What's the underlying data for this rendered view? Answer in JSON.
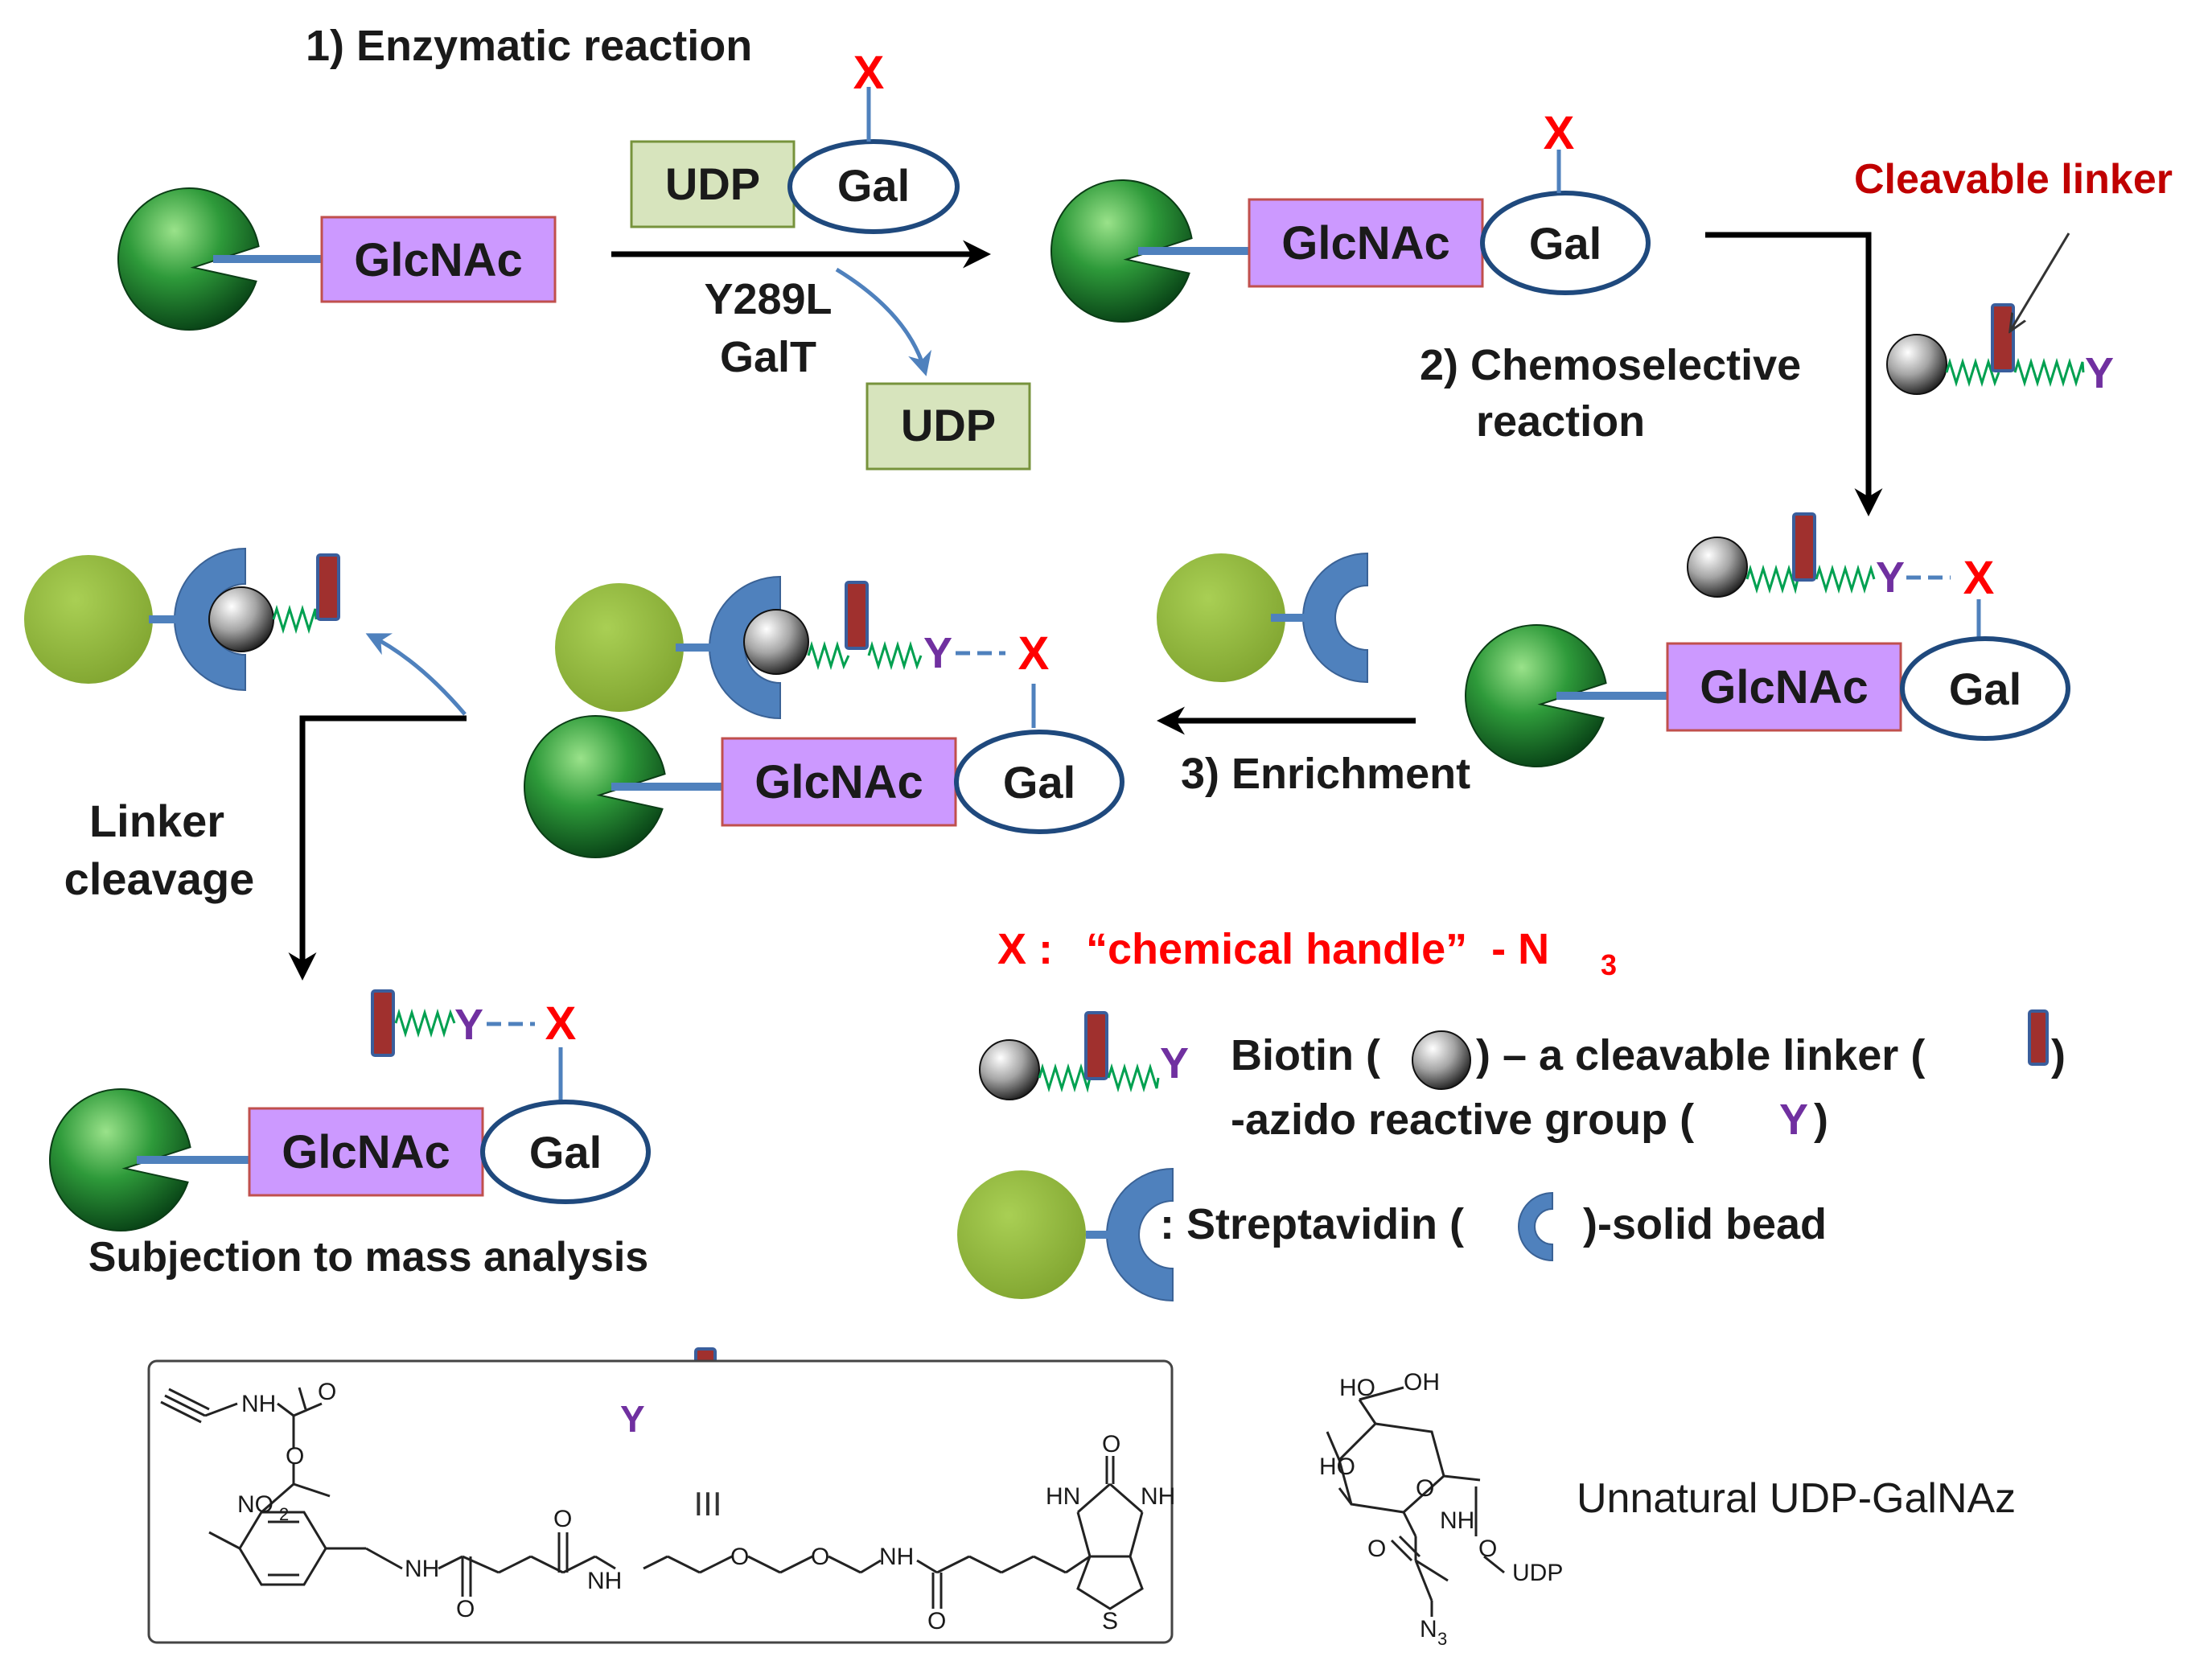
{
  "steps": {
    "step1": "1) Enzymatic reaction",
    "enzyme_line1": "Y289L",
    "enzyme_line2": "GalT",
    "step2_line1": "2) Chemoselective",
    "step2_line2": "reaction",
    "step3": "3) Enrichment",
    "cleavage_line1": "Linker",
    "cleavage_line2": "cleavage",
    "mass_analysis": "Subjection to mass analysis",
    "cleavable_linker": "Cleavable linker"
  },
  "labels": {
    "glcnac": "GlcNAc",
    "gal": "Gal",
    "udp": "UDP",
    "x": "X",
    "y": "Y"
  },
  "legend": {
    "chemical_handle_x": "X :",
    "chemical_handle_text": "“chemical handle”  - N",
    "chemical_handle_sub": "3",
    "biotin_pre": "Biotin (",
    "biotin_mid": ") – a cleavable linker (",
    "biotin_post": ")",
    "azido_pre": "-azido reactive group (",
    "azido_y": "Y",
    "azido_post": ")",
    "strep_pre": ": Streptavidin (",
    "strep_post": ")-solid bead"
  },
  "structure": {
    "roman": "III",
    "no2": "NO",
    "no2_sub": "2",
    "nh": "NH",
    "hn": "HN",
    "o": "O",
    "s": "S"
  },
  "sugar": {
    "ho1": "HO",
    "oh": "OH",
    "ho2": "HO",
    "nh": "NH",
    "o": "O",
    "udp": "UDP",
    "n3": "N",
    "n3_sub": "3",
    "caption": "Unnatural UDP-GalNAz"
  },
  "colors": {
    "glcnac_fill": "#CC99FF",
    "glcnac_border": "#C0504D",
    "udp_fill": "#D7E4BD",
    "gal_border": "#1F497D",
    "blue_link": "#4F81BD",
    "red_x": "#FF0000",
    "purple_y": "#7030A0",
    "green_bead": "#8DB43A",
    "spring": "#00A050",
    "dark_red_text": "#C00000"
  }
}
